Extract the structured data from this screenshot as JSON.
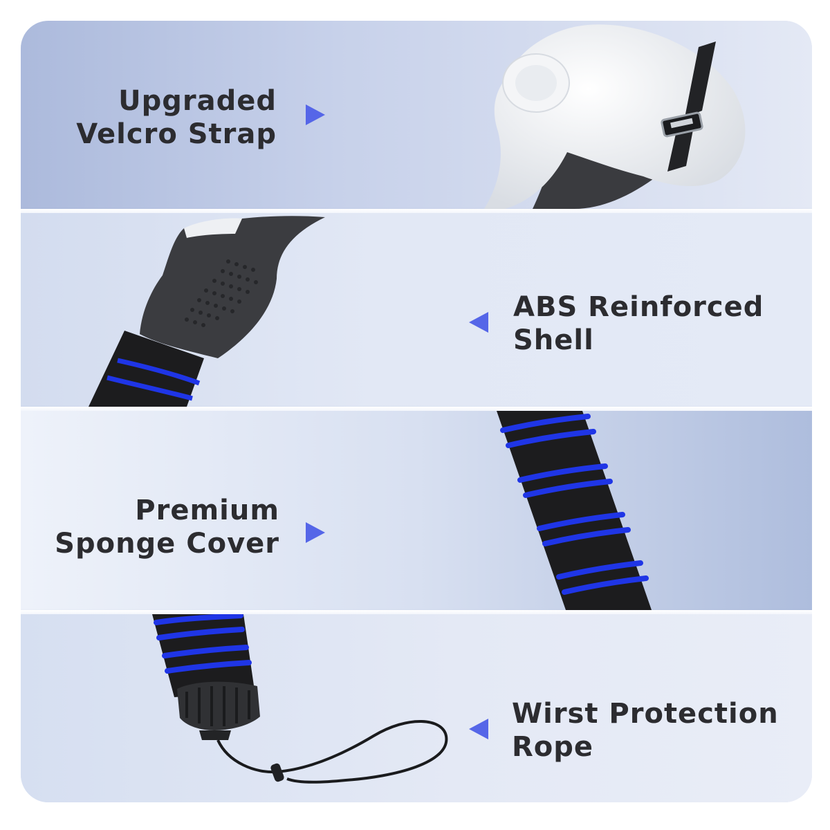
{
  "features": [
    {
      "line1": "Upgraded",
      "line2": "Velcro Strap",
      "arrow": "right-pointing-triangle"
    },
    {
      "line1": "ABS Reinforced",
      "line2": "Shell",
      "arrow": "left-pointing-triangle"
    },
    {
      "line1": "Premium",
      "line2": "Sponge Cover",
      "arrow": "right-pointing-triangle"
    },
    {
      "line1": "Wirst Protection",
      "line2": "Rope",
      "arrow": "left-pointing-triangle"
    }
  ],
  "colors": {
    "accent": "#5566e8",
    "stripe_blue": "#1f35e6",
    "foam_black": "#1c1c1e",
    "text": "#2c2c30"
  }
}
